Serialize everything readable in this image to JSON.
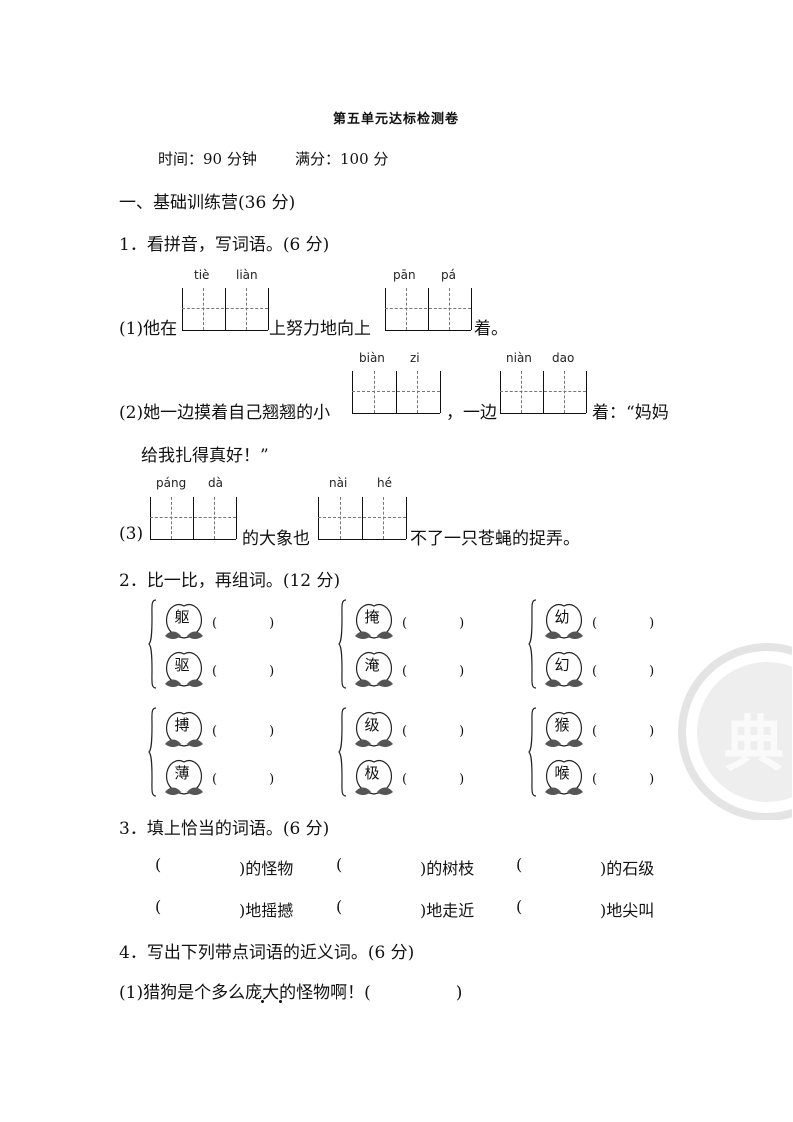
{
  "title": "第五单元达标检测卷",
  "meta": {
    "time": "时间：90 分钟",
    "score": "满分：100 分"
  },
  "section1": "一、基础训练营(36 分)",
  "q1": {
    "heading": "1．看拼音，写词语。(6 分)",
    "s1": {
      "prefix": "(1)他在",
      "py1": [
        "tiè",
        "liàn"
      ],
      "mid": "上努力地向上",
      "py2": [
        "pān",
        "pá"
      ],
      "suffix": "着。"
    },
    "s2": {
      "prefix": "(2)她一边摸着自己翘翘的小",
      "py1": [
        "biàn",
        "zi"
      ],
      "mid": "，一边",
      "py2": [
        "niàn",
        "dao"
      ],
      "suffix": "着：“妈妈",
      "cont": "给我扎得真好！”"
    },
    "s3": {
      "prefix": "(3)",
      "py1": [
        "páng",
        "dà"
      ],
      "mid": "的大象也",
      "py2": [
        "nài",
        "hé"
      ],
      "suffix": "不了一只苍蝇的捉弄。"
    }
  },
  "q2": {
    "heading": "2．比一比，再组词。(12 分)",
    "groups": [
      [
        "躯",
        "驱"
      ],
      [
        "掩",
        "淹"
      ],
      [
        "幼",
        "幻"
      ],
      [
        "搏",
        "薄"
      ],
      [
        "级",
        "极"
      ],
      [
        "猴",
        "喉"
      ]
    ],
    "paren": "(　　　　)"
  },
  "q3": {
    "heading": "3．填上恰当的词语。(6 分)",
    "row1": [
      "的怪物",
      "的树枝",
      "的石级"
    ],
    "row2": [
      "地摇撼",
      "地走近",
      "地尖叫"
    ],
    "open": "(",
    "close": ")"
  },
  "q4": {
    "heading": "4．写出下列带点词语的近义词。(6 分)",
    "s1": "(1)猎狗是个多么庞大的怪物啊！(　　　　　)"
  }
}
